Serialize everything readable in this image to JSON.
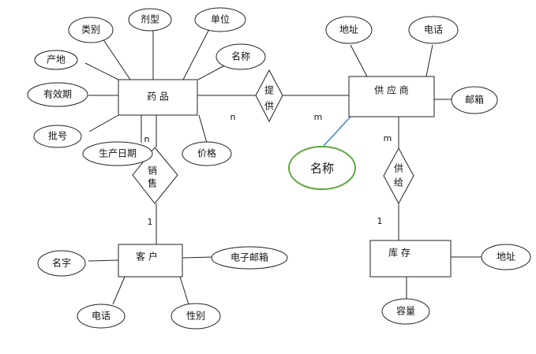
{
  "entities": {
    "drug": "药 品",
    "supplier": "供 应 商",
    "customer": "客 户",
    "inventory": "库   存"
  },
  "relations": {
    "provide": [
      "提",
      "供"
    ],
    "sell": [
      "销",
      "售"
    ],
    "supply": [
      "供",
      "给"
    ]
  },
  "attributes": {
    "category": "类别",
    "form": "剂型",
    "unit": "单位",
    "drug_name": "名称",
    "origin": "产地",
    "expiry": "有效期",
    "batch": "批号",
    "prod_date": "生产日期",
    "price": "价格",
    "sup_address": "地址",
    "sup_phone": "电话",
    "sup_mail": "邮箱",
    "sup_name": "名称",
    "cust_name": "名字",
    "cust_email": "电子邮箱",
    "cust_phone": "电话",
    "cust_gender": "性别",
    "inv_address": "地址",
    "inv_capacity": "容量"
  },
  "cardinality": {
    "drug_provide": "n",
    "provide_supplier": "m",
    "drug_sell": "n",
    "sell_customer": "1",
    "supplier_supply": "m",
    "supply_inventory": "1"
  },
  "colors": {
    "highlight_outline": "#5aa83c",
    "highlight_line": "#3b86c8"
  }
}
